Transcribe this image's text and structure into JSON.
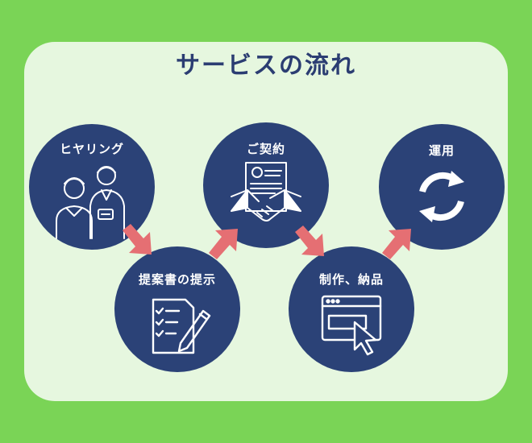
{
  "title": "サービスの流れ",
  "steps": [
    {
      "label": "ヒヤリング",
      "icon": "interview-icon"
    },
    {
      "label": "提案書の提示",
      "icon": "document-pen-icon"
    },
    {
      "label": "ご契約",
      "icon": "handshake-contract-icon"
    },
    {
      "label": "制作、納品",
      "icon": "browser-cursor-icon"
    },
    {
      "label": "運用",
      "icon": "refresh-icon"
    }
  ],
  "colors": {
    "background": "#7ad456",
    "panel": "#e6f7df",
    "circle": "#2b4277",
    "arrow": "#e56f73",
    "title": "#2b3d72"
  }
}
